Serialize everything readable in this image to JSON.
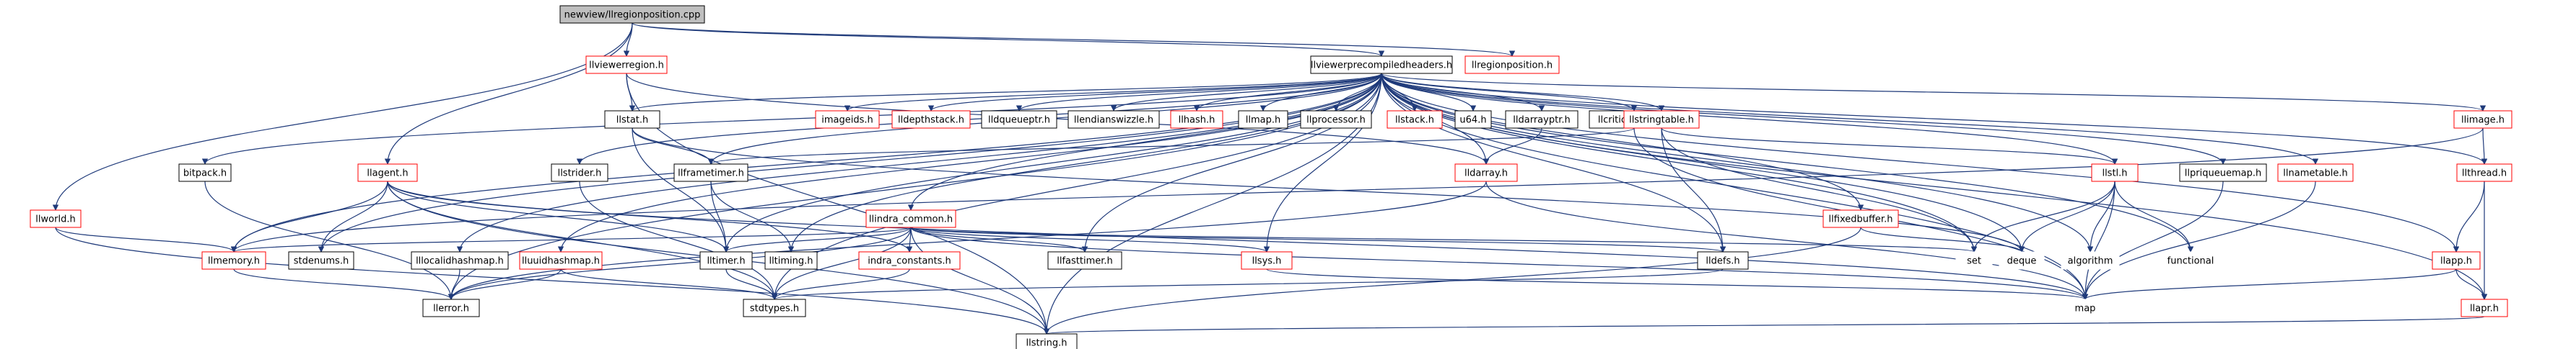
{
  "graph": {
    "nodes": [
      {
        "id": "root",
        "label": "newview/llregionposition.cpp",
        "style": "root"
      },
      {
        "id": "llviewerregion",
        "label": "llviewerregion.h",
        "style": "red"
      },
      {
        "id": "llviewerprecompiledheaders",
        "label": "llviewerprecompiledheaders.h",
        "style": "black"
      },
      {
        "id": "llregionposition",
        "label": "llregionposition.h",
        "style": "red"
      },
      {
        "id": "llworld",
        "label": "llworld.h",
        "style": "red"
      },
      {
        "id": "llagent",
        "label": "llagent.h",
        "style": "red"
      },
      {
        "id": "llstat",
        "label": "llstat.h",
        "style": "black"
      },
      {
        "id": "bitpack",
        "label": "bitpack.h",
        "style": "black"
      },
      {
        "id": "imageids",
        "label": "imageids.h",
        "style": "red"
      },
      {
        "id": "lldepthstack",
        "label": "lldepthstack.h",
        "style": "red"
      },
      {
        "id": "lldqueueptr",
        "label": "lldqueueptr.h",
        "style": "black"
      },
      {
        "id": "llendianswizzle",
        "label": "llendianswizzle.h",
        "style": "black"
      },
      {
        "id": "llhash",
        "label": "llhash.h",
        "style": "red"
      },
      {
        "id": "llmap",
        "label": "llmap.h",
        "style": "black"
      },
      {
        "id": "llprocessor",
        "label": "llprocessor.h",
        "style": "black"
      },
      {
        "id": "llstack",
        "label": "llstack.h",
        "style": "red"
      },
      {
        "id": "u64",
        "label": "u64.h",
        "style": "black"
      },
      {
        "id": "lldarrayptr",
        "label": "lldarrayptr.h",
        "style": "black"
      },
      {
        "id": "llcriticaldamp",
        "label": "llcriticaldamp.h",
        "style": "black"
      },
      {
        "id": "llstringtable",
        "label": "llstringtable.h",
        "style": "red"
      },
      {
        "id": "llimage",
        "label": "llimage.h",
        "style": "red"
      },
      {
        "id": "llframetimer",
        "label": "llframetimer.h",
        "style": "black"
      },
      {
        "id": "llstrider",
        "label": "llstrider.h",
        "style": "black"
      },
      {
        "id": "lldarray",
        "label": "lldarray.h",
        "style": "red"
      },
      {
        "id": "indra_common",
        "label": "llindra_common.h",
        "style": "red"
      },
      {
        "id": "llfixedbuffer",
        "label": "llfixedbuffer.h",
        "style": "red"
      },
      {
        "id": "llstl",
        "label": "llstl.h",
        "style": "red"
      },
      {
        "id": "llpriqueuemap",
        "label": "llpriqueuemap.h",
        "style": "black"
      },
      {
        "id": "llnametable",
        "label": "llnametable.h",
        "style": "red"
      },
      {
        "id": "llthread",
        "label": "llthread.h",
        "style": "red"
      },
      {
        "id": "llmemory",
        "label": "llmemory.h",
        "style": "red"
      },
      {
        "id": "stdenums",
        "label": "stdenums.h",
        "style": "black"
      },
      {
        "id": "lllocalidhashmap",
        "label": "lllocalidhashmap.h",
        "style": "black"
      },
      {
        "id": "lluuidhashmap",
        "label": "lluuidhashmap.h",
        "style": "red"
      },
      {
        "id": "lltimer",
        "label": "lltimer.h",
        "style": "black"
      },
      {
        "id": "lltiming",
        "label": "lltiming.h",
        "style": "black"
      },
      {
        "id": "indra_constants",
        "label": "indra_constants.h",
        "style": "red"
      },
      {
        "id": "llfasttimer",
        "label": "llfasttimer.h",
        "style": "black"
      },
      {
        "id": "llsys",
        "label": "llsys.h",
        "style": "red"
      },
      {
        "id": "lldefs",
        "label": "lldefs.h",
        "style": "black"
      },
      {
        "id": "set",
        "label": "set",
        "style": "gray"
      },
      {
        "id": "deque",
        "label": "deque",
        "style": "gray"
      },
      {
        "id": "algorithm",
        "label": "algorithm",
        "style": "gray"
      },
      {
        "id": "functional",
        "label": "functional",
        "style": "gray"
      },
      {
        "id": "llapp",
        "label": "llapp.h",
        "style": "red"
      },
      {
        "id": "llerror",
        "label": "llerror.h",
        "style": "black"
      },
      {
        "id": "stdtypes",
        "label": "stdtypes.h",
        "style": "black"
      },
      {
        "id": "map",
        "label": "map",
        "style": "gray"
      },
      {
        "id": "llapr",
        "label": "llapr.h",
        "style": "red"
      },
      {
        "id": "llstring",
        "label": "llstring.h",
        "style": "black"
      }
    ],
    "edges": [
      [
        "root",
        "llviewerregion"
      ],
      [
        "root",
        "llviewerprecompiledheaders"
      ],
      [
        "root",
        "llregionposition"
      ],
      [
        "root",
        "llworld"
      ],
      [
        "root",
        "llagent"
      ],
      [
        "llviewerregion",
        "llstat"
      ],
      [
        "llviewerregion",
        "lldarray"
      ],
      [
        "llviewerregion",
        "llstring"
      ],
      [
        "llviewerprecompiledheaders",
        "llstat"
      ],
      [
        "llviewerprecompiledheaders",
        "bitpack"
      ],
      [
        "llviewerprecompiledheaders",
        "imageids"
      ],
      [
        "llviewerprecompiledheaders",
        "lldepthstack"
      ],
      [
        "llviewerprecompiledheaders",
        "lldqueueptr"
      ],
      [
        "llviewerprecompiledheaders",
        "llendianswizzle"
      ],
      [
        "llviewerprecompiledheaders",
        "llhash"
      ],
      [
        "llviewerprecompiledheaders",
        "llmap"
      ],
      [
        "llviewerprecompiledheaders",
        "llprocessor"
      ],
      [
        "llviewerprecompiledheaders",
        "llstack"
      ],
      [
        "llviewerprecompiledheaders",
        "u64"
      ],
      [
        "llviewerprecompiledheaders",
        "lldarrayptr"
      ],
      [
        "llviewerprecompiledheaders",
        "llcriticaldamp"
      ],
      [
        "llviewerprecompiledheaders",
        "llstringtable"
      ],
      [
        "llviewerprecompiledheaders",
        "llimage"
      ],
      [
        "llviewerprecompiledheaders",
        "llframetimer"
      ],
      [
        "llviewerprecompiledheaders",
        "llstrider"
      ],
      [
        "llviewerprecompiledheaders",
        "lldarray"
      ],
      [
        "llviewerprecompiledheaders",
        "indra_common"
      ],
      [
        "llviewerprecompiledheaders",
        "llfixedbuffer"
      ],
      [
        "llviewerprecompiledheaders",
        "llstl"
      ],
      [
        "llviewerprecompiledheaders",
        "llpriqueuemap"
      ],
      [
        "llviewerprecompiledheaders",
        "llnametable"
      ],
      [
        "llviewerprecompiledheaders",
        "llthread"
      ],
      [
        "llviewerprecompiledheaders",
        "llmemory"
      ],
      [
        "llviewerprecompiledheaders",
        "lllocalidhashmap"
      ],
      [
        "llviewerprecompiledheaders",
        "lluuidhashmap"
      ],
      [
        "llviewerprecompiledheaders",
        "lltimer"
      ],
      [
        "llviewerprecompiledheaders",
        "lltiming"
      ],
      [
        "llviewerprecompiledheaders",
        "llfasttimer"
      ],
      [
        "llviewerprecompiledheaders",
        "llsys"
      ],
      [
        "llviewerprecompiledheaders",
        "lldefs"
      ],
      [
        "llviewerprecompiledheaders",
        "set"
      ],
      [
        "llviewerprecompiledheaders",
        "deque"
      ],
      [
        "llviewerprecompiledheaders",
        "algorithm"
      ],
      [
        "llviewerprecompiledheaders",
        "functional"
      ],
      [
        "llviewerprecompiledheaders",
        "llapp"
      ],
      [
        "llviewerprecompiledheaders",
        "llerror"
      ],
      [
        "llviewerprecompiledheaders",
        "stdtypes"
      ],
      [
        "llviewerprecompiledheaders",
        "map"
      ],
      [
        "llviewerprecompiledheaders",
        "llapr"
      ],
      [
        "llviewerprecompiledheaders",
        "llstring"
      ],
      [
        "llviewerprecompiledheaders",
        "stdenums"
      ],
      [
        "llworld",
        "llmemory"
      ],
      [
        "llworld",
        "llstring"
      ],
      [
        "llagent",
        "llmemory"
      ],
      [
        "llagent",
        "stdenums"
      ],
      [
        "llagent",
        "lltimer"
      ],
      [
        "llagent",
        "indra_constants"
      ],
      [
        "llagent",
        "llstring"
      ],
      [
        "llagent",
        "stdtypes"
      ],
      [
        "llagent",
        "map"
      ],
      [
        "llstat",
        "llframetimer"
      ],
      [
        "llstat",
        "lltimer"
      ],
      [
        "llstat",
        "deque"
      ],
      [
        "bitpack",
        "llerror"
      ],
      [
        "llframetimer",
        "lltimer"
      ],
      [
        "llframetimer",
        "lltiming"
      ],
      [
        "llstrider",
        "stdtypes"
      ],
      [
        "lldarrayptr",
        "lldarray"
      ],
      [
        "lldarray",
        "llerror"
      ],
      [
        "lldarray",
        "map"
      ],
      [
        "llcriticaldamp",
        "llframetimer"
      ],
      [
        "llcriticaldamp",
        "map"
      ],
      [
        "indra_common",
        "llmemory"
      ],
      [
        "indra_common",
        "lltimer"
      ],
      [
        "indra_common",
        "indra_constants"
      ],
      [
        "indra_common",
        "llfasttimer"
      ],
      [
        "indra_common",
        "llsys"
      ],
      [
        "indra_common",
        "lldefs"
      ],
      [
        "indra_common",
        "set"
      ],
      [
        "indra_common",
        "map"
      ],
      [
        "indra_common",
        "llstring"
      ],
      [
        "indra_common",
        "stdtypes"
      ],
      [
        "indra_common",
        "llerror"
      ],
      [
        "llfixedbuffer",
        "deque"
      ],
      [
        "llfixedbuffer",
        "llstring"
      ],
      [
        "llstringtable",
        "llstl"
      ],
      [
        "llstringtable",
        "set"
      ],
      [
        "llstringtable",
        "lldefs"
      ],
      [
        "llstl",
        "set"
      ],
      [
        "llstl",
        "deque"
      ],
      [
        "llstl",
        "algorithm"
      ],
      [
        "llstl",
        "functional"
      ],
      [
        "llstl",
        "map"
      ],
      [
        "llpriqueuemap",
        "map"
      ],
      [
        "llnametable",
        "map"
      ],
      [
        "llimage",
        "llthread"
      ],
      [
        "llimage",
        "llmemory"
      ],
      [
        "llthread",
        "llapp"
      ],
      [
        "llthread",
        "llapr"
      ],
      [
        "llapp",
        "llapr"
      ],
      [
        "llapp",
        "map"
      ],
      [
        "llmemory",
        "llerror"
      ],
      [
        "lllocalidhashmap",
        "llerror"
      ],
      [
        "lluuidhashmap",
        "llerror"
      ],
      [
        "lluuidhashmap",
        "stdtypes"
      ],
      [
        "lltimer",
        "stdtypes"
      ],
      [
        "indra_constants",
        "stdtypes"
      ],
      [
        "lldefs",
        "stdtypes"
      ],
      [
        "llsys",
        "map"
      ],
      [
        "llapr",
        "llstring"
      ]
    ]
  }
}
